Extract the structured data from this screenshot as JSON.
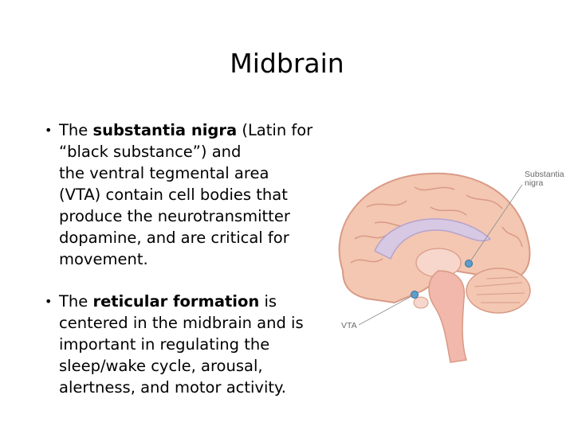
{
  "slide": {
    "title": "Midbrain",
    "bullets": [
      {
        "lines": [
          [
            "The ",
            "substantia nigra",
            " (Latin for"
          ],
          [
            "“black substance”) and"
          ],
          [
            "the ventral tegmental area"
          ],
          [
            "(VTA)  contain cell bodies that"
          ],
          [
            "produce the neurotransmitter"
          ],
          [
            "dopamine, and are critical for"
          ],
          [
            "movement."
          ]
        ]
      },
      {
        "lines": [
          [
            "The ",
            "reticular formation",
            " is"
          ],
          [
            "centered in the midbrain and is"
          ],
          [
            "important in regulating the"
          ],
          [
            "sleep/wake cycle, arousal,"
          ],
          [
            "alertness, and motor activity."
          ]
        ]
      }
    ],
    "bullet_glyph": "•"
  },
  "figure": {
    "label_substantia": [
      "Substantia",
      "nigra"
    ],
    "label_vta": "VTA",
    "colors": {
      "cortex": "#f3c7b2",
      "gyri_line": "#d99a86",
      "ventricle": "#d7c9e3",
      "structure": "#f7d6cc",
      "marker": "#5aa0d0"
    }
  }
}
